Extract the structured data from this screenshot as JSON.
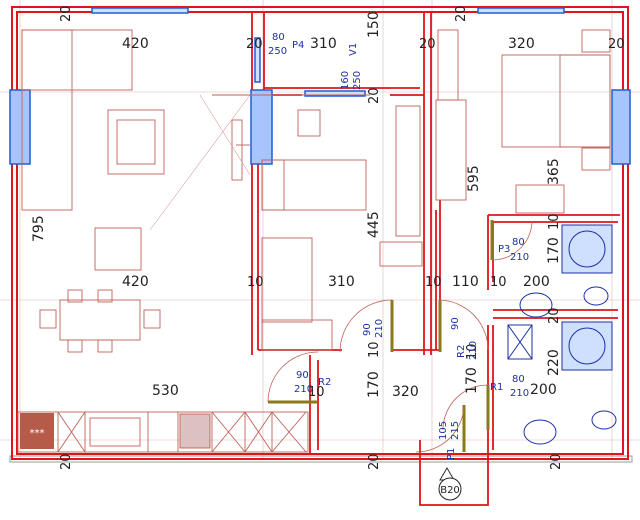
{
  "colors": {
    "wall": "#e0141b",
    "furniture": "#c0605a",
    "window": "#1f5fd1",
    "door": "#8a7a1a",
    "text": "#222222",
    "blue_text": "#1d2fa8"
  },
  "dimensions": {
    "living_width_top": "420",
    "living_width_mid": "420",
    "living_height": "795",
    "kitchen_width": "530",
    "stair_width": "310",
    "stair_height": "150",
    "middle_width": "310",
    "middle_height": "445",
    "bed_width": "320",
    "bed_depth": "365",
    "bed_corr_height": "595",
    "hall_width": "320",
    "hall_height_left": "170",
    "hall_height_right": "170",
    "hall_closet_170": "170",
    "bath1_width": "200",
    "bath2_width": "200",
    "bath_height": "220",
    "corridor_width": "110",
    "wall_10_a": "10",
    "wall_10_b": "10",
    "wall_10_c": "10",
    "wall_10_d": "10",
    "wall_10_e": "10",
    "wall_10_f": "10",
    "wall_10_g": "10",
    "wall_20_a": "20",
    "wall_20_b": "20",
    "wall_20_c": "20",
    "wall_20_d": "20",
    "wall_20_e": "20",
    "wall_20_f": "20",
    "wall_20_g": "20",
    "wall_20_h": "20",
    "wall_20_i": "20",
    "wall_20_j": "20"
  },
  "doors": {
    "p4": {
      "label": "P4",
      "w": "80",
      "h": "250"
    },
    "v1": {
      "label": "V1",
      "w": "160",
      "h": "250"
    },
    "p3": {
      "label": "P3",
      "w": "80",
      "h": "210"
    },
    "r2": {
      "label": "R2",
      "w": "90",
      "h": "210"
    },
    "mid_left": {
      "w": "90",
      "h": "210"
    },
    "mid_right": {
      "label": "R2",
      "w": "90",
      "h": "210"
    },
    "r1": {
      "label": "R1",
      "w": "80",
      "h": "210"
    },
    "p1": {
      "label": "P1",
      "w": "105",
      "h": "215"
    }
  },
  "stove_label": "***",
  "entry_tag": "B20"
}
